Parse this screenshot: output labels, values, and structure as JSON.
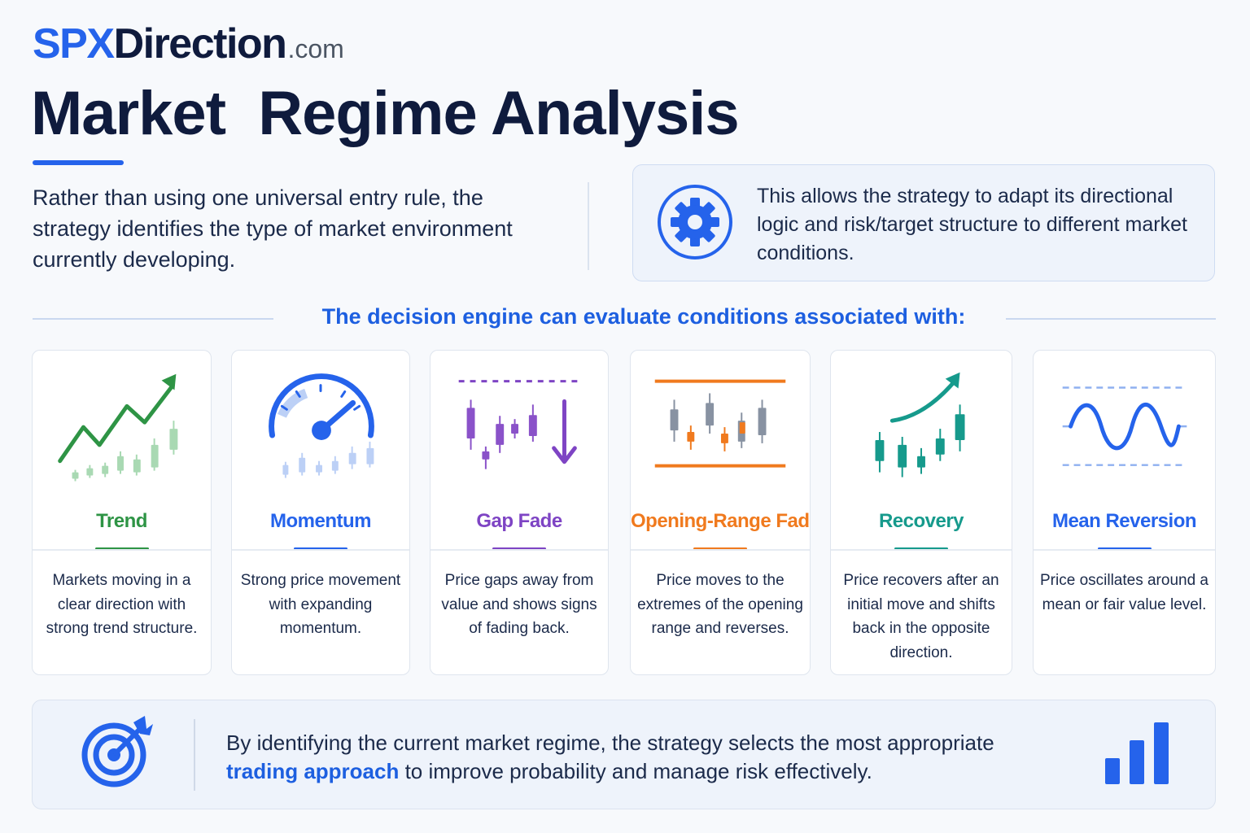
{
  "brand": {
    "spx": "SPX",
    "direction": "Direction",
    "domain_suffix": ".com"
  },
  "title": "Market  Regime Analysis",
  "intro": "Rather than using one universal entry rule, the strategy identifies the type of market environment currently developing.",
  "info_box": {
    "text": "This allows the strategy to adapt its directional logic and risk/target structure to different market conditions.",
    "icon": "gear-icon"
  },
  "section_heading": "The decision engine can evaluate conditions associated with:",
  "regimes": [
    {
      "title": "Trend",
      "description": "Markets moving in a clear direction with strong trend structure.",
      "color": "#2e9445",
      "icon": "trend-chart-icon"
    },
    {
      "title": "Momentum",
      "description": "Strong price movement with expanding momentum.",
      "color": "#2563eb",
      "icon": "speedometer-icon"
    },
    {
      "title": "Gap Fade",
      "description": "Price gaps away from value and shows signs of fading back.",
      "color": "#7e44c4",
      "icon": "gap-fade-chart-icon"
    },
    {
      "title": "Opening-Range Fade",
      "description": "Price moves to the extremes of the opening range and reverses.",
      "color": "#f07a1e",
      "icon": "opening-range-chart-icon"
    },
    {
      "title": "Recovery",
      "description": "Price recovers after an initial move and shifts back in the opposite direction.",
      "color": "#169a8c",
      "icon": "recovery-chart-icon"
    },
    {
      "title": "Mean Reversion",
      "description": "Price oscillates around a mean or fair value level.",
      "color": "#2563eb",
      "icon": "sine-wave-icon"
    }
  ],
  "footer": {
    "text_before": "By identifying the current market regime, the strategy selects the most appropriate ",
    "highlight": "trading approach",
    "text_after": " to improve probability and manage risk effectively.",
    "left_icon": "target-icon",
    "right_icon": "bar-chart-icon"
  },
  "colors": {
    "accent": "#2563eb",
    "navy": "#0f1b3d"
  }
}
